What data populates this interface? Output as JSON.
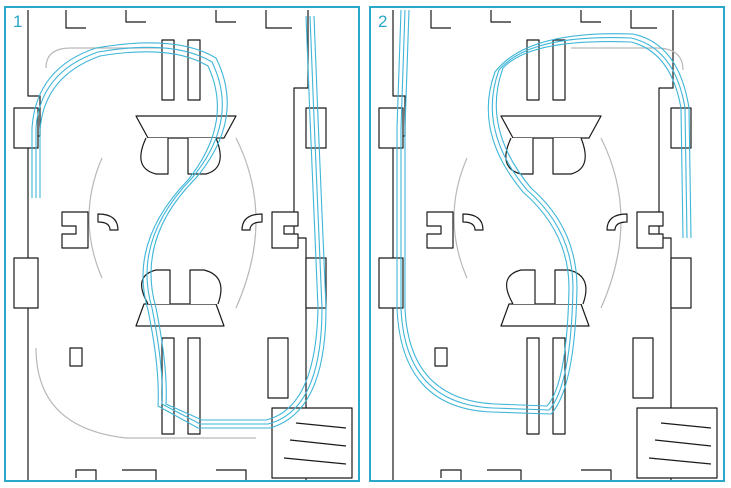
{
  "panels": [
    {
      "number": "1",
      "routing": "figure-eight"
    },
    {
      "number": "2",
      "routing": "crossed-loop"
    }
  ],
  "colors": {
    "frame": "#2aa7c9",
    "fiber": "#3fb6d8",
    "tray_line": "#1a1a1a",
    "guide_line": "#b9b9b9"
  }
}
